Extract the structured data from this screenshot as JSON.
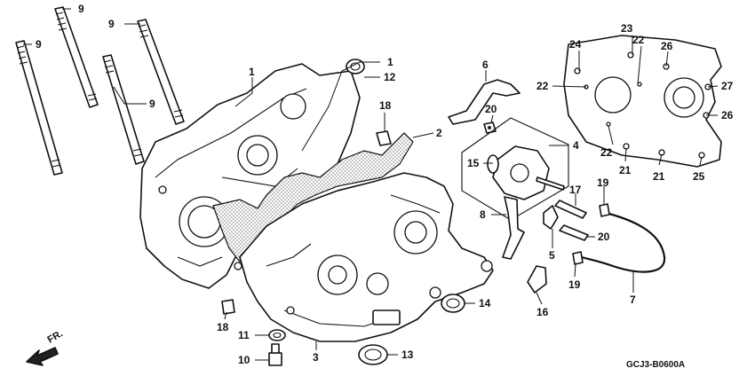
{
  "diagram_code": "GCJ3-B0600A",
  "direction_label": "FR.",
  "callouts": [
    {
      "id": "c9a",
      "text": "9"
    },
    {
      "id": "c9b",
      "text": "9"
    },
    {
      "id": "c9c",
      "text": "9"
    },
    {
      "id": "c9d",
      "text": "9"
    },
    {
      "id": "c1a",
      "text": "1"
    },
    {
      "id": "c1b",
      "text": "1"
    },
    {
      "id": "c12",
      "text": "12"
    },
    {
      "id": "c18a",
      "text": "18"
    },
    {
      "id": "c18b",
      "text": "18"
    },
    {
      "id": "c2",
      "text": "2"
    },
    {
      "id": "c6",
      "text": "6"
    },
    {
      "id": "c20a",
      "text": "20"
    },
    {
      "id": "c20b",
      "text": "20"
    },
    {
      "id": "c4",
      "text": "4"
    },
    {
      "id": "c15",
      "text": "15"
    },
    {
      "id": "c17",
      "text": "17"
    },
    {
      "id": "c19a",
      "text": "19"
    },
    {
      "id": "c19b",
      "text": "19"
    },
    {
      "id": "c8",
      "text": "8"
    },
    {
      "id": "c5",
      "text": "5"
    },
    {
      "id": "c7",
      "text": "7"
    },
    {
      "id": "c16",
      "text": "16"
    },
    {
      "id": "c14",
      "text": "14"
    },
    {
      "id": "c13",
      "text": "13"
    },
    {
      "id": "c11",
      "text": "11"
    },
    {
      "id": "c10",
      "text": "10"
    },
    {
      "id": "c3",
      "text": "3"
    },
    {
      "id": "c24",
      "text": "24"
    },
    {
      "id": "c23",
      "text": "23"
    },
    {
      "id": "c22a",
      "text": "22"
    },
    {
      "id": "c22b",
      "text": "22"
    },
    {
      "id": "c22c",
      "text": "22"
    },
    {
      "id": "c26a",
      "text": "26"
    },
    {
      "id": "c26b",
      "text": "26"
    },
    {
      "id": "c27",
      "text": "27"
    },
    {
      "id": "c21a",
      "text": "21"
    },
    {
      "id": "c21b",
      "text": "21"
    },
    {
      "id": "c25",
      "text": "25"
    }
  ]
}
